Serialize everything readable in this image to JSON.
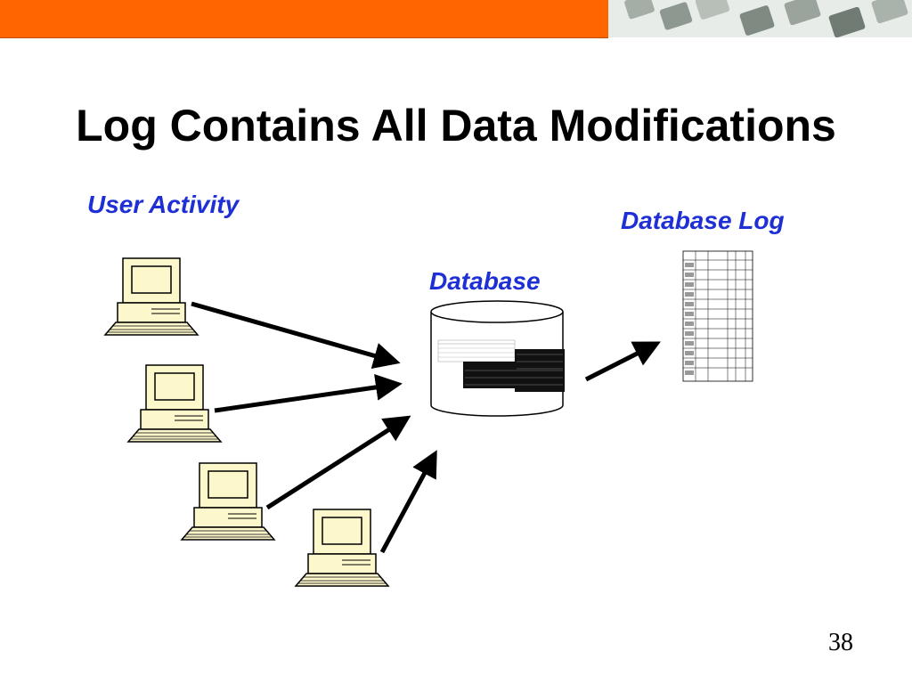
{
  "slide": {
    "title": "Log Contains All Data Modifications",
    "page_number": "38"
  },
  "labels": {
    "user_activity": "User Activity",
    "database": "Database",
    "database_log": "Database Log"
  },
  "colors": {
    "top_band": "#ff6600",
    "label_text": "#1f2fd6",
    "computer_fill": "#fcf8cc"
  },
  "icons": [
    "computer-icon",
    "database-cylinder-icon",
    "log-table-icon",
    "arrow-icon"
  ]
}
